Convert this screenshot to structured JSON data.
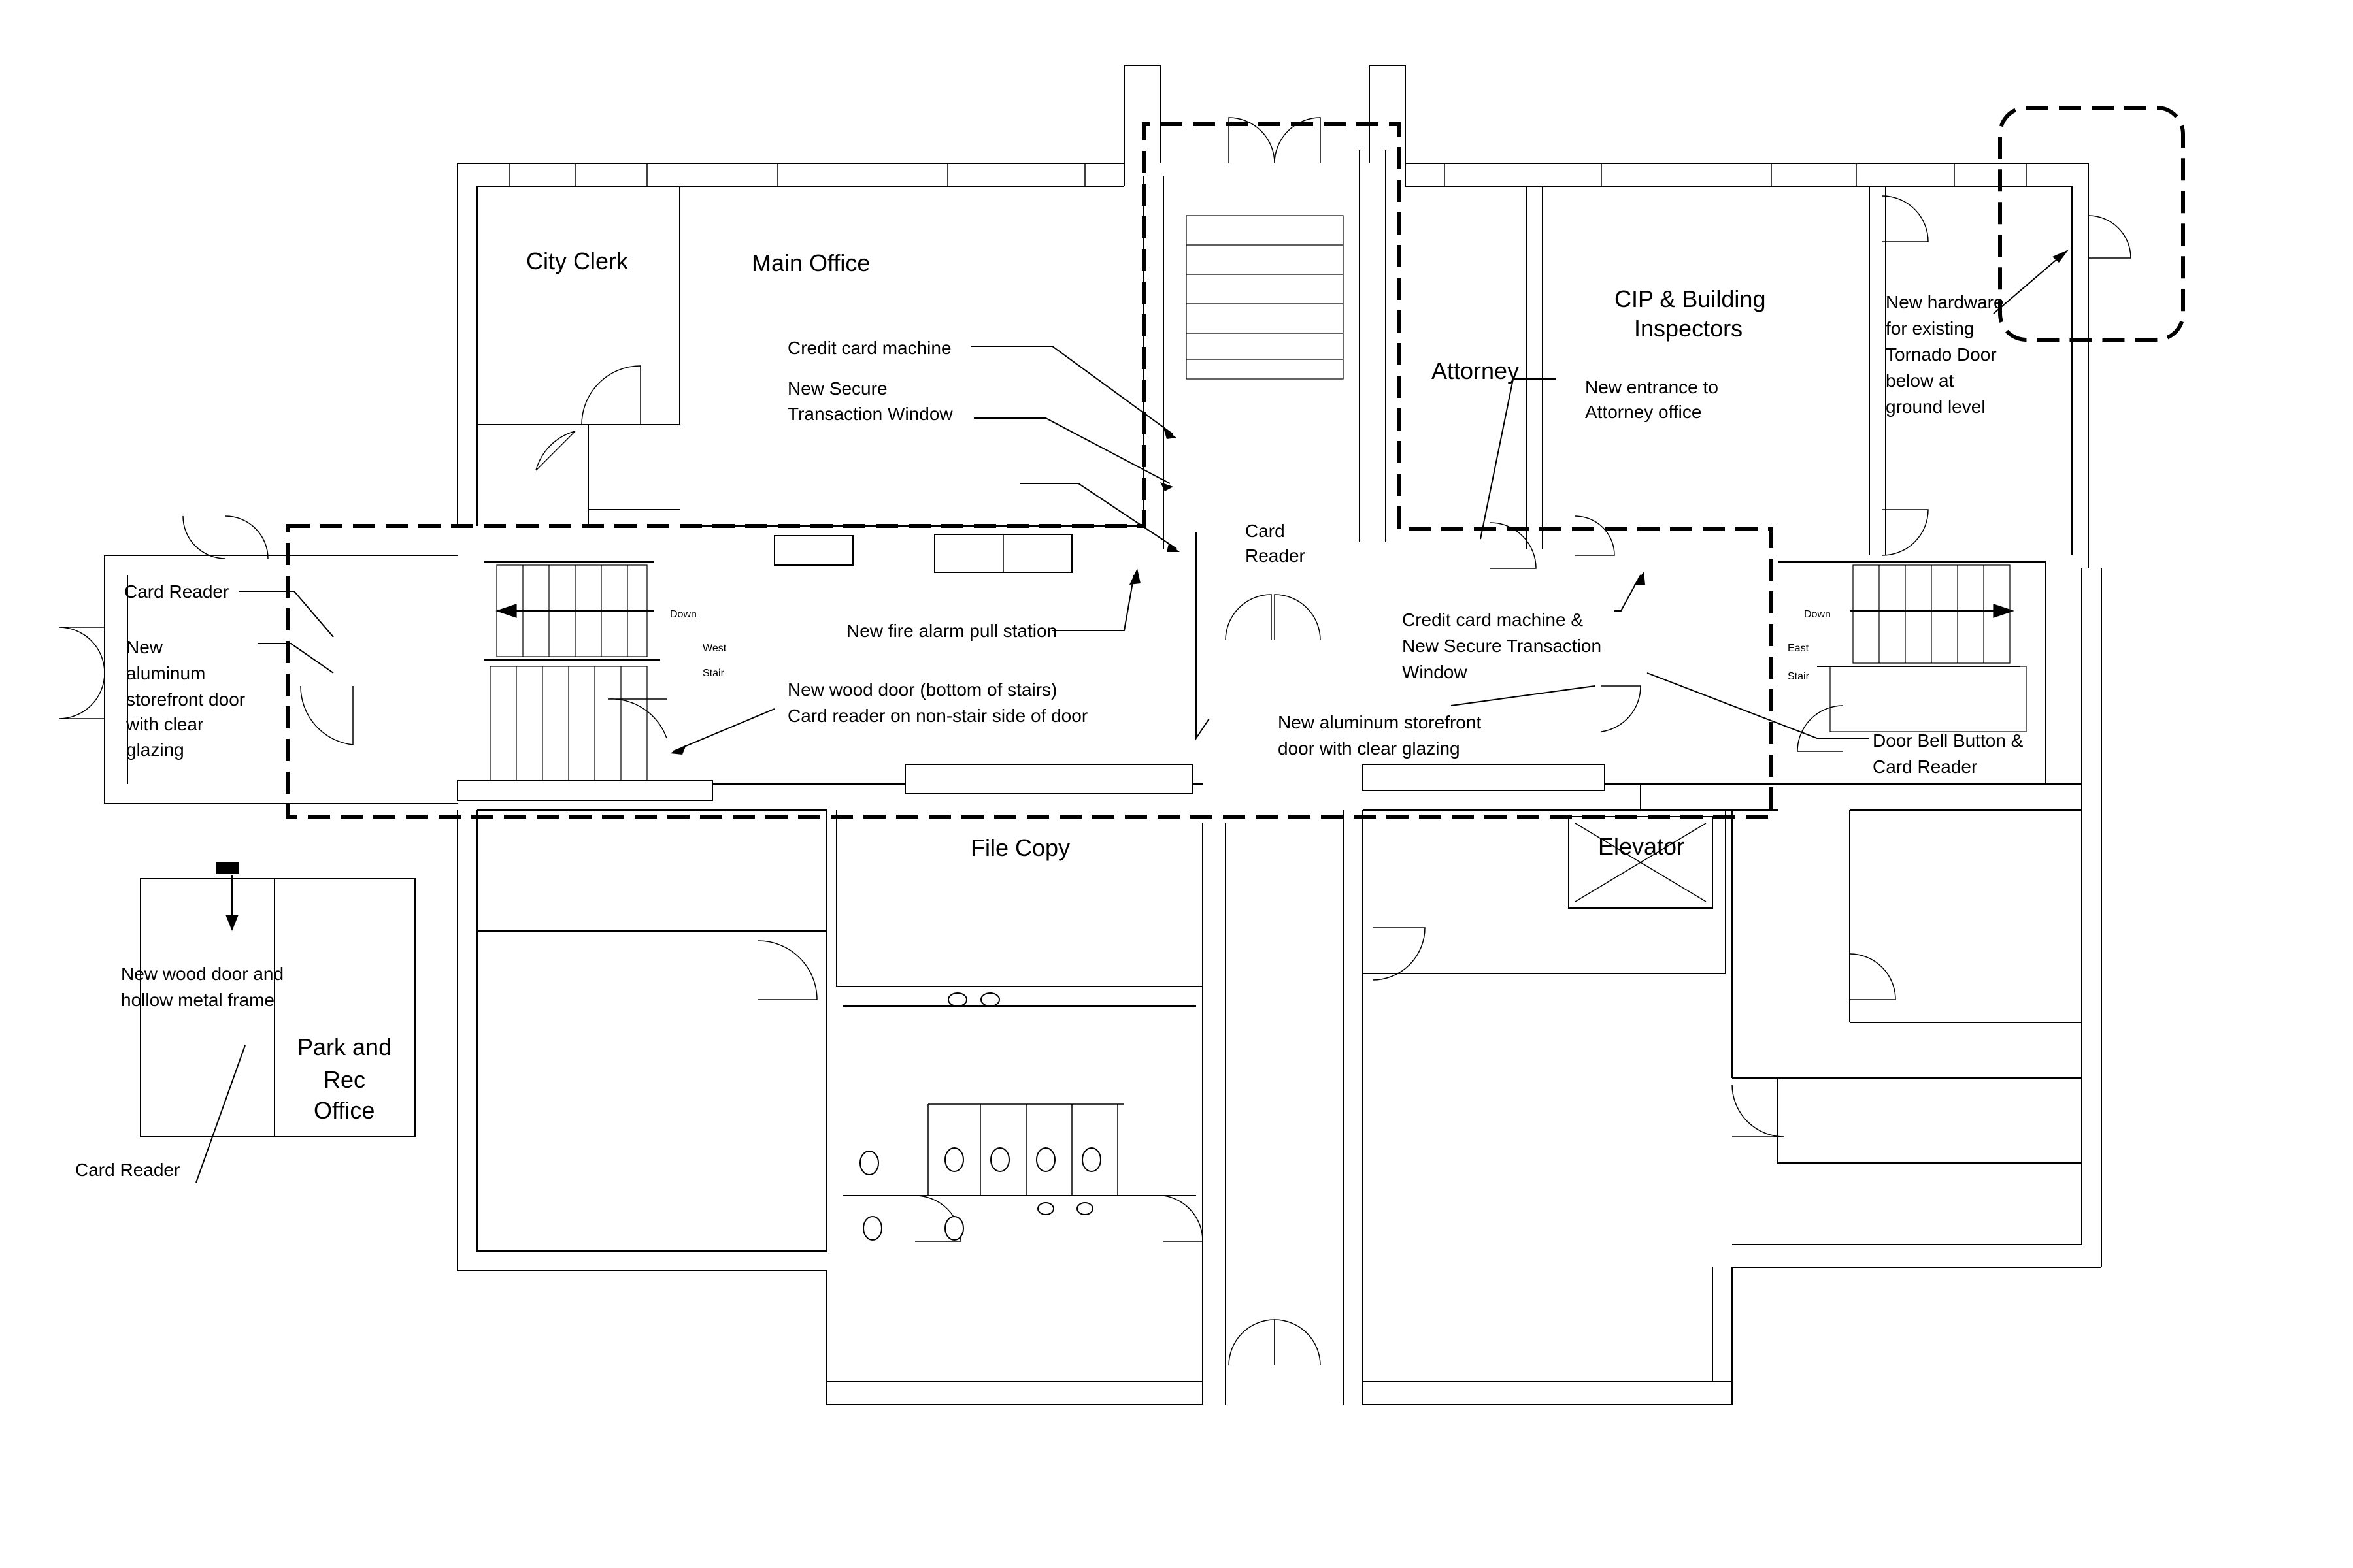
{
  "rooms": {
    "city_clerk": "City Clerk",
    "main_office": "Main Office",
    "cip_line1": "CIP & Building",
    "cip_line2": "Inspectors",
    "attorney": "Attorney",
    "file_copy": "File Copy",
    "elevator": "Elevator",
    "park_line1": "Park and",
    "park_line2": "Rec",
    "park_line3": "Office"
  },
  "stairs": {
    "west_down": "Down",
    "west_1": "West",
    "west_2": "Stair",
    "east_down": "Down",
    "east_1": "East",
    "east_2": "Stair"
  },
  "notes": {
    "credit_card_machine": "Credit card machine",
    "secure_window_1": "New Secure",
    "secure_window_2": "Transaction Window",
    "card_reader_center_1": "Card",
    "card_reader_center_2": "Reader",
    "new_entrance_1": "New entrance to",
    "new_entrance_2": "Attorney office",
    "tornado_1": "New hardware",
    "tornado_2": "for existing",
    "tornado_3": "Tornado Door",
    "tornado_4": "below at",
    "tornado_5": "ground level",
    "card_reader_west": "Card Reader",
    "storefront_west_1": "New",
    "storefront_west_2": "aluminum",
    "storefront_west_3": "storefront door",
    "storefront_west_4": "with clear",
    "storefront_west_5": "glazing",
    "fire_alarm": "New fire alarm pull station",
    "wood_door_stairs_1": "New wood door (bottom of stairs)",
    "wood_door_stairs_2": "Card reader on non-stair side of door",
    "credit_east_1": "Credit card machine &",
    "credit_east_2": "New Secure Transaction",
    "credit_east_3": "Window",
    "storefront_center_1": "New aluminum  storefront",
    "storefront_center_2": "door with clear glazing",
    "door_bell_1": "Door Bell Button &",
    "door_bell_2": "Card Reader",
    "wood_door_park_1": "New wood door and",
    "wood_door_park_2": "hollow metal frame",
    "card_reader_park": "Card Reader"
  }
}
